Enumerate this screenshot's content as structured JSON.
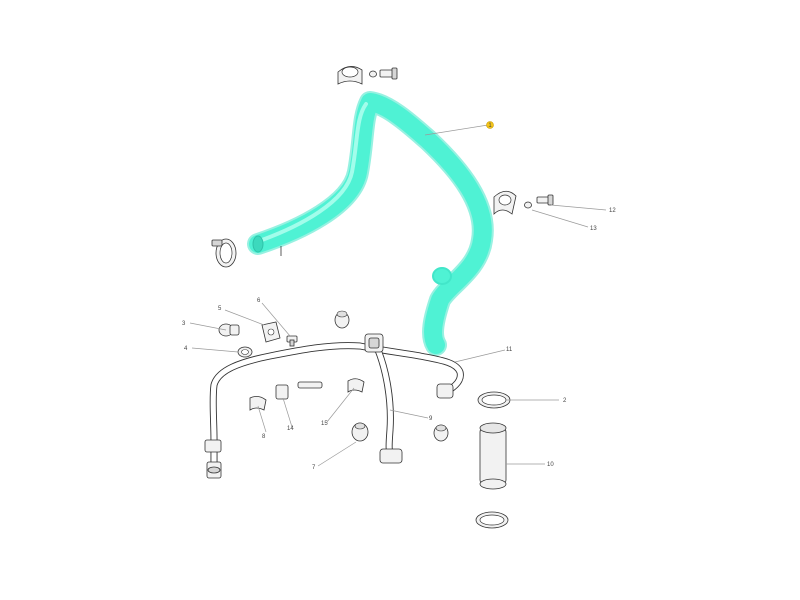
{
  "colors": {
    "highlight_hose": "#4ff2d4",
    "marker_yellow": "#f5c518",
    "line_art": "#333333"
  },
  "callouts": {
    "c1": "1",
    "c2": "2",
    "c3": "3",
    "c4": "4",
    "c5": "5",
    "c6": "6",
    "c7": "7",
    "c8": "8",
    "c9": "9",
    "c10": "10",
    "c11": "11",
    "c12": "12",
    "c13": "13",
    "c14": "14",
    "c15": "15"
  }
}
